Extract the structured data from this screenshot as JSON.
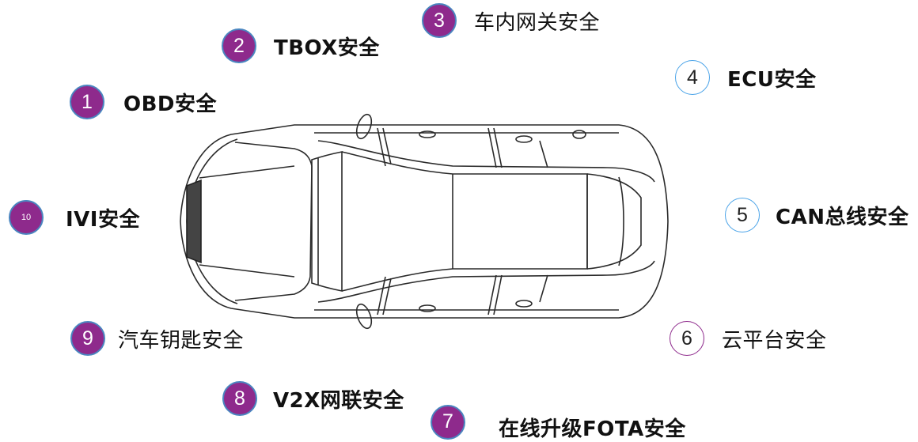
{
  "diagram": {
    "title": "",
    "center_image": "car-top-view-outline",
    "items": [
      {
        "number": "1",
        "label": "OBD安全",
        "style": "filled",
        "color": "#8e2a8c"
      },
      {
        "number": "2",
        "label": "TBOX安全",
        "style": "filled",
        "color": "#8e2a8c"
      },
      {
        "number": "3",
        "label": "车内网关安全",
        "style": "filled",
        "color": "#8e2a8c"
      },
      {
        "number": "4",
        "label": "ECU安全",
        "style": "outline",
        "color": "#4aa3e8"
      },
      {
        "number": "5",
        "label": "CAN总线安全",
        "style": "outline",
        "color": "#4aa3e8"
      },
      {
        "number": "6",
        "label": "云平台安全",
        "style": "outline",
        "color": "#8e2a8c"
      },
      {
        "number": "7",
        "label": "在线升级FOTA安全",
        "style": "filled",
        "color": "#8e2a8c"
      },
      {
        "number": "8",
        "label": "V2X网联安全",
        "style": "filled",
        "color": "#8e2a8c"
      },
      {
        "number": "9",
        "label": "汽车钥匙安全",
        "style": "filled",
        "color": "#8e2a8c"
      },
      {
        "number": "10",
        "label": "IVI安全",
        "style": "filled",
        "color": "#8e2a8c"
      }
    ]
  }
}
